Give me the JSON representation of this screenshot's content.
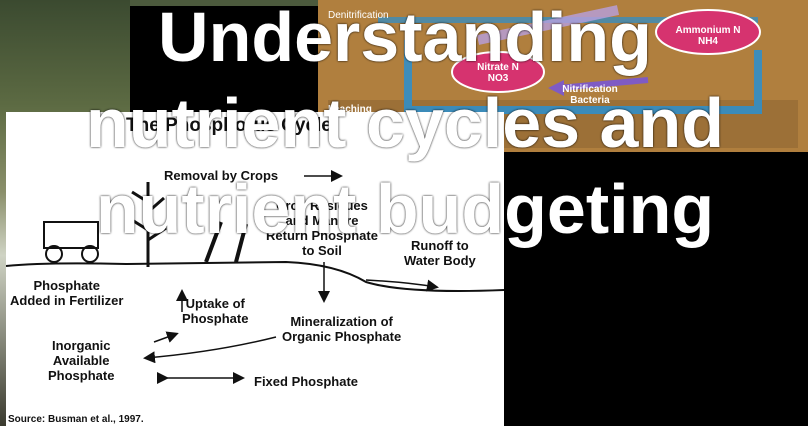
{
  "slide": {
    "title": "Understanding nutrient cycles and nutrient budgeting"
  },
  "nitrogen_figure": {
    "labels": {
      "denitrification": "Denitrification",
      "ammonium": "Ammonium N",
      "ammonium_formula": "NH4",
      "nitrate": "Nitrate N",
      "nitrate_formula": "NO3",
      "nitrification": "Nitrification",
      "nitrification_2": "Bacteria",
      "leaching": "Leaching"
    },
    "colors": {
      "background": "#b88a46",
      "node_fill": "#d6336f",
      "arrow": "#2a8fd0"
    }
  },
  "phosphorus_figure": {
    "title": "The Phosphorus Cycle",
    "labels": {
      "removal": "Removal by Crops",
      "residues_1": "Crop Residues",
      "residues_2": "and Manure",
      "residues_3": "Return Phosphate",
      "residues_4": "to Soil",
      "runoff_1": "Runoff to",
      "runoff_2": "Water Body",
      "fertilizer_1": "Phosphate",
      "fertilizer_2": "Added in Fertilizer",
      "uptake_1": "Uptake of",
      "uptake_2": "Phosphate",
      "mineral_1": "Mineralization of",
      "mineral_2": "Organic Phosphate",
      "inorganic_1": "Inorganic",
      "inorganic_2": "Available",
      "inorganic_3": "Phosphate",
      "fixed": "Fixed Phosphate"
    },
    "source": "Source: Busman et al., 1997."
  }
}
